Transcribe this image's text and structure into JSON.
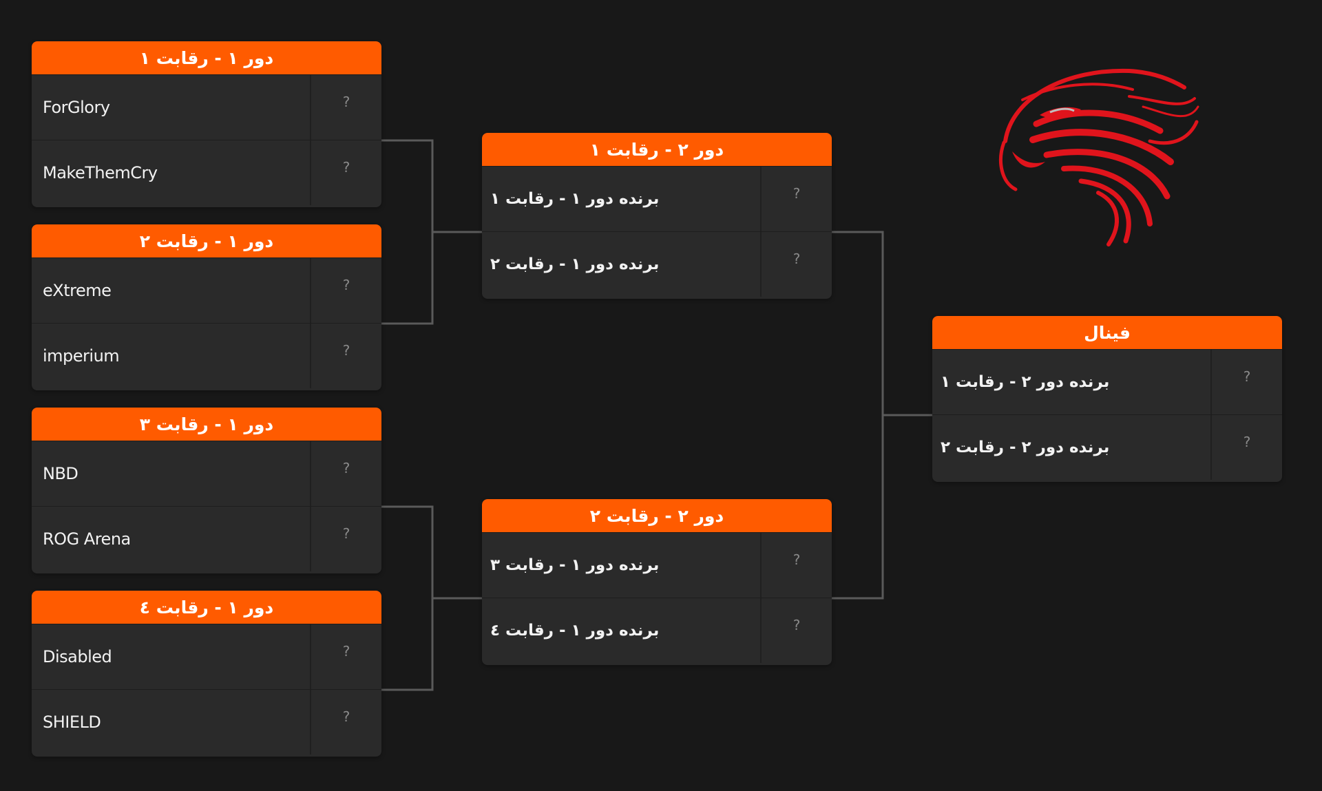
{
  "rounds": {
    "r1": [
      {
        "title": "دور ۱ - رقابت ۱",
        "teams": [
          {
            "name": "ForGlory",
            "score": "?"
          },
          {
            "name": "MakeThemCry",
            "score": "?"
          }
        ]
      },
      {
        "title": "دور ۱ - رقابت ۲",
        "teams": [
          {
            "name": "eXtreme",
            "score": "?"
          },
          {
            "name": "imperium",
            "score": "?"
          }
        ]
      },
      {
        "title": "دور ۱ - رقابت ۳",
        "teams": [
          {
            "name": "NBD",
            "score": "?"
          },
          {
            "name": "ROG Arena",
            "score": "?"
          }
        ]
      },
      {
        "title": "دور ۱ - رقابت ٤",
        "teams": [
          {
            "name": "Disabled",
            "score": "?"
          },
          {
            "name": "SHIELD",
            "score": "?"
          }
        ]
      }
    ],
    "r2": [
      {
        "title": "دور ۲ - رقابت ۱",
        "teams": [
          {
            "name": "برنده دور ۱ - رقابت ۱",
            "score": "?"
          },
          {
            "name": "برنده دور ۱ - رقابت ۲",
            "score": "?"
          }
        ]
      },
      {
        "title": "دور ۲ - رقابت ۲",
        "teams": [
          {
            "name": "برنده دور ۱ - رقابت ۳",
            "score": "?"
          },
          {
            "name": "برنده دور ۱ - رقابت ٤",
            "score": "?"
          }
        ]
      }
    ],
    "final": {
      "title": "فینال",
      "teams": [
        {
          "name": "برنده دور ۲ - رقابت ۱",
          "score": "?"
        },
        {
          "name": "برنده دور ۲ - رقابت ۲",
          "score": "?"
        }
      ]
    }
  },
  "logo": {
    "icon": "eagle-icon",
    "color": "#e0141c"
  },
  "colors": {
    "background": "#181818",
    "header": "#ff5b00",
    "card": "#2a2a2a",
    "connector": "#5a5a5a",
    "score": "#8a8a8a"
  }
}
